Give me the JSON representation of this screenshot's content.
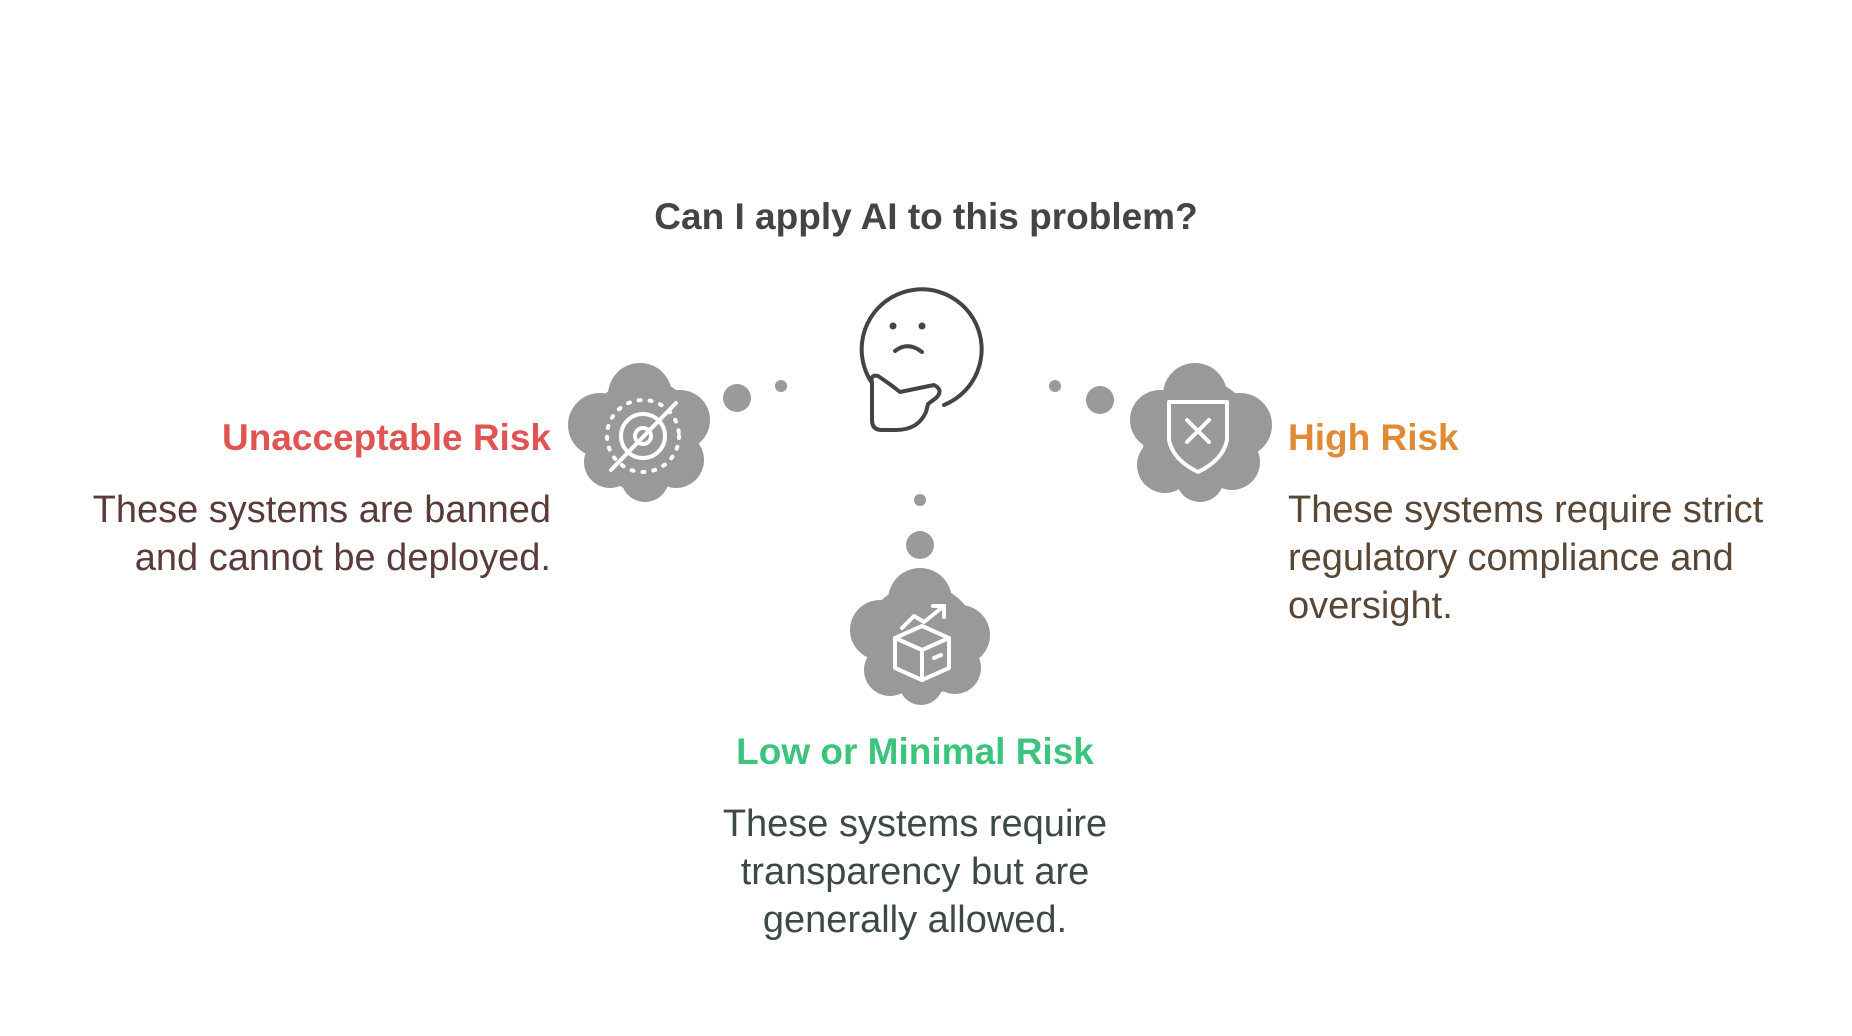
{
  "question": "Can I apply AI to this problem?",
  "center_icon": "thinking-face-icon",
  "options": [
    {
      "id": "unacceptable",
      "title": "Unacceptable Risk",
      "description_lines": [
        "These systems are banned",
        "and cannot be deployed."
      ],
      "icon": "prohibited-target-icon",
      "color": "#E05553",
      "text_color": "#5B3A3A"
    },
    {
      "id": "high",
      "title": "High Risk",
      "description_lines": [
        "These systems require strict",
        "regulatory compliance and",
        "oversight."
      ],
      "icon": "shield-x-icon",
      "color": "#E08A35",
      "text_color": "#5A4634"
    },
    {
      "id": "low",
      "title": "Low or Minimal Risk",
      "description_lines": [
        "These systems require",
        "transparency but are",
        "generally allowed."
      ],
      "icon": "package-growth-icon",
      "color": "#3CC47C",
      "text_color": "#3D4A44"
    }
  ]
}
